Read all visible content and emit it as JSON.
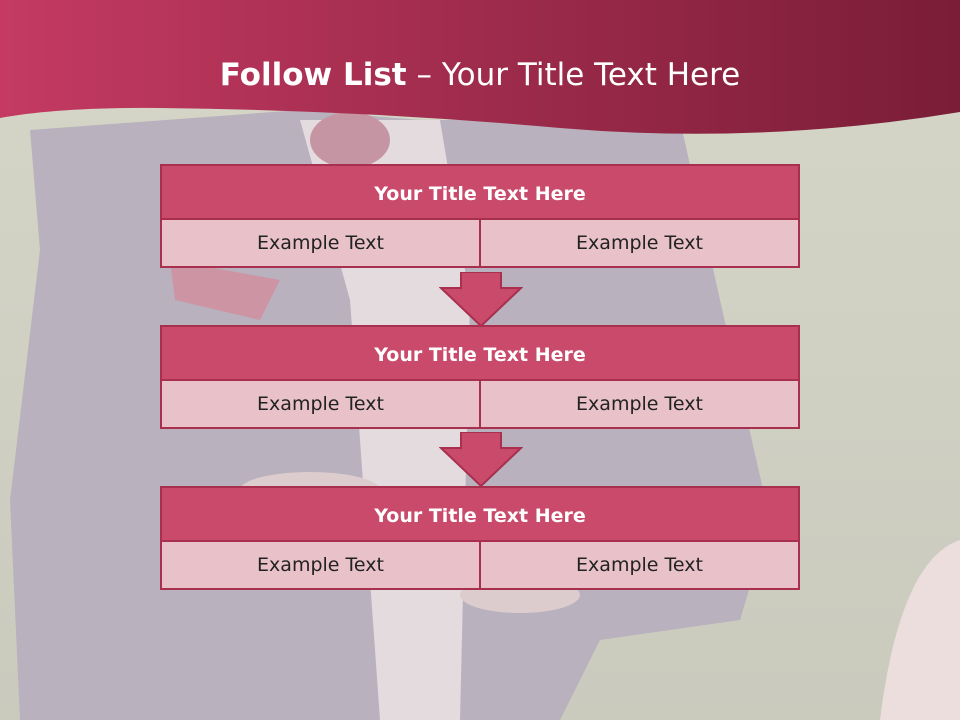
{
  "header": {
    "title_strong": "Follow List",
    "title_rest": " – Your Title Text Here"
  },
  "colors": {
    "banner": "#b02e56",
    "box_title": "#c94a6a",
    "box_cell": "#e8c1c9",
    "border": "#a8304e"
  },
  "blocks": [
    {
      "title": "Your Title Text Here",
      "left": "Example Text",
      "right": "Example Text"
    },
    {
      "title": "Your Title Text Here",
      "left": "Example Text",
      "right": "Example Text"
    },
    {
      "title": "Your Title Text Here",
      "left": "Example Text",
      "right": "Example Text"
    }
  ]
}
